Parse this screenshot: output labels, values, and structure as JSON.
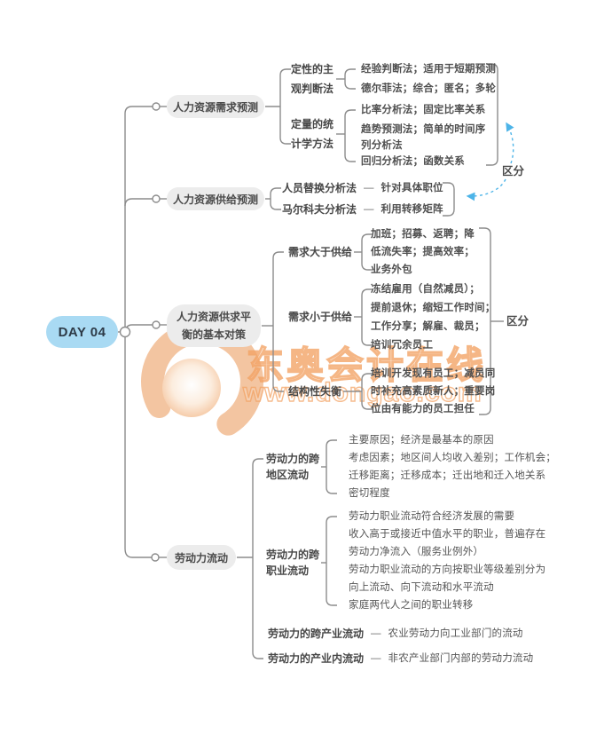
{
  "root": {
    "label": "DAY 04"
  },
  "branches": [
    {
      "label": "人力资源需求预测",
      "groups": [
        {
          "label_lines": [
            "定性的主",
            "观判断法"
          ],
          "items": [
            "经验判断法；适用于短期预测",
            "德尔菲法；综合；匿名；多轮"
          ]
        },
        {
          "label_lines": [
            "定量的统",
            "计学方法"
          ],
          "items": [
            "比率分析法；固定比率关系",
            "趋势预测法；简单的时间序",
            "列分析法",
            "回归分析法；函数关系"
          ]
        }
      ]
    },
    {
      "label": "人力资源供给预测",
      "pairs": [
        {
          "method": "人员替换分析法",
          "note": "针对具体职位"
        },
        {
          "method": "马尔科夫分析法",
          "note": "利用转移矩阵"
        }
      ]
    },
    {
      "label_lines": [
        "人力资源供求平",
        "衡的基本对策"
      ],
      "groups": [
        {
          "label": "需求大于供给",
          "lines": [
            "加班；招募、返聘；降",
            "低流失率；提高效率；",
            "业务外包"
          ]
        },
        {
          "label": "需求小于供给",
          "lines": [
            "冻结雇用（自然减员）；",
            "提前退休；缩短工作时间；",
            "工作分享；解雇、裁员；",
            "培训冗余员工"
          ]
        },
        {
          "label": "结构性失衡",
          "lines": [
            "培训开发现有员工；减员同",
            "时补充高素质新人；重要岗",
            "位由有能力的员工担任"
          ]
        }
      ]
    },
    {
      "label": "劳动力流动",
      "groups": [
        {
          "label_lines": [
            "劳动力的跨",
            "地区流动"
          ],
          "lines": [
            "主要原因；经济是最基本的原因",
            "考虑因素；地区间人均收入差别；工作机会；",
            "迁移距离；迁移成本；迁出地和迁入地关系",
            "密切程度"
          ]
        },
        {
          "label_lines": [
            "劳动力的跨",
            "职业流动"
          ],
          "lines": [
            "劳动力职业流动符合经济发展的需要",
            "收入高于或接近中值水平的职业，普遍存在",
            "劳动力净流入（服务业例外）",
            "劳动力职业流动的方向按职业等级差别分为",
            "向上流动、向下流动和水平流动",
            "家庭两代人之间的职业转移"
          ]
        },
        {
          "label": "劳动力的跨产业流动",
          "note": "农业劳动力向工业部门的流动"
        },
        {
          "label": "劳动力的产业内流动",
          "note": "非农产业部门内部的劳动力流动"
        }
      ]
    }
  ],
  "annotations": {
    "distinguish_top": "区分",
    "distinguish_bottom": "区分",
    "dash": "—"
  },
  "watermark": {
    "title": "东奥会计在线",
    "url": "www.dongao.com"
  },
  "colors": {
    "root_bg": "#a9daf3",
    "root_text": "#2d3a47",
    "node_bg": "#ececec",
    "node_text": "#4a4a4a",
    "line": "#8c8c8c",
    "arrow": "#4db4e8",
    "watermark_orange": "#f0a160"
  }
}
